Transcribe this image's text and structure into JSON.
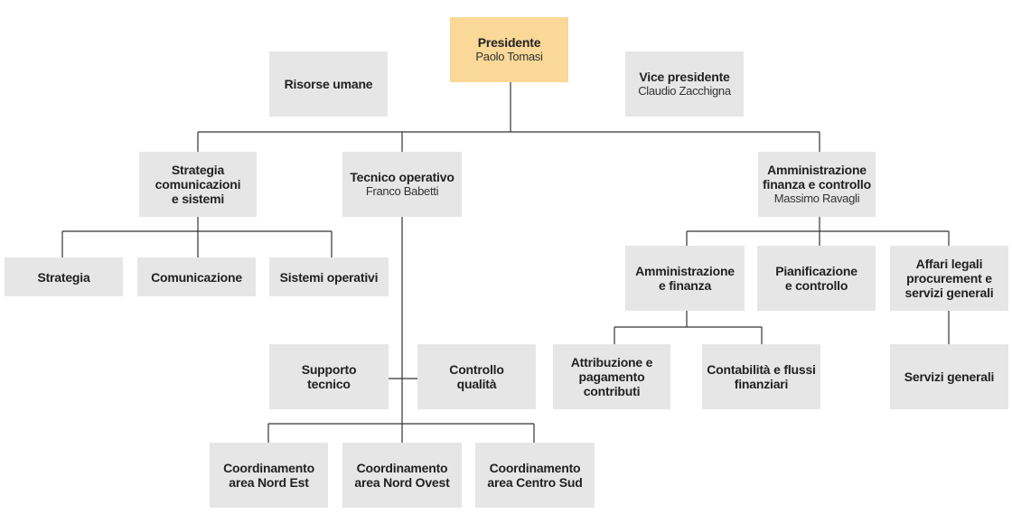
{
  "colors": {
    "box": "#e6e6e6",
    "highlight": "#f9d898",
    "line": "#333333"
  },
  "nodes": [
    {
      "id": "presidente",
      "title": "Presidente",
      "person": "Paolo Tomasi",
      "highlight": true
    },
    {
      "id": "risorse-umane",
      "title": "Risorse umane",
      "person": ""
    },
    {
      "id": "vice-presidente",
      "title": "Vice presidente",
      "person": "Claudio Zacchigna"
    },
    {
      "id": "strategia-comunicazioni-sistemi",
      "title": "Strategia\ncomunicazioni\ne sistemi",
      "person": ""
    },
    {
      "id": "tecnico-operativo",
      "title": "Tecnico operativo",
      "person": "Franco Babetti"
    },
    {
      "id": "amministrazione-finanza-controllo",
      "title": "Amministrazione\nfinanza e controllo",
      "person": "Massimo Ravagli"
    },
    {
      "id": "strategia",
      "title": "Strategia",
      "person": ""
    },
    {
      "id": "comunicazione",
      "title": "Comunicazione",
      "person": ""
    },
    {
      "id": "sistemi-operativi",
      "title": "Sistemi operativi",
      "person": ""
    },
    {
      "id": "amministrazione-e-finanza",
      "title": "Amministrazione\ne finanza",
      "person": ""
    },
    {
      "id": "pianificazione-e-controllo",
      "title": "Pianificazione\ne controllo",
      "person": ""
    },
    {
      "id": "affari-legali",
      "title": "Affari legali\nprocurement e\nservizi generali",
      "person": ""
    },
    {
      "id": "supporto-tecnico",
      "title": "Supporto\ntecnico",
      "person": ""
    },
    {
      "id": "controllo-qualita",
      "title": "Controllo\nqualità",
      "person": ""
    },
    {
      "id": "attribuzione-pagamento",
      "title": "Attribuzione e\npagamento\ncontributi",
      "person": ""
    },
    {
      "id": "contabilita-flussi",
      "title": "Contabilità e flussi\nfinanziari",
      "person": ""
    },
    {
      "id": "servizi-generali",
      "title": "Servizi generali",
      "person": ""
    },
    {
      "id": "coord-nord-est",
      "title": "Coordinamento\narea Nord Est",
      "person": ""
    },
    {
      "id": "coord-nord-ovest",
      "title": "Coordinamento\narea Nord Ovest",
      "person": ""
    },
    {
      "id": "coord-centro-sud",
      "title": "Coordinamento\narea Centro Sud",
      "person": ""
    }
  ]
}
